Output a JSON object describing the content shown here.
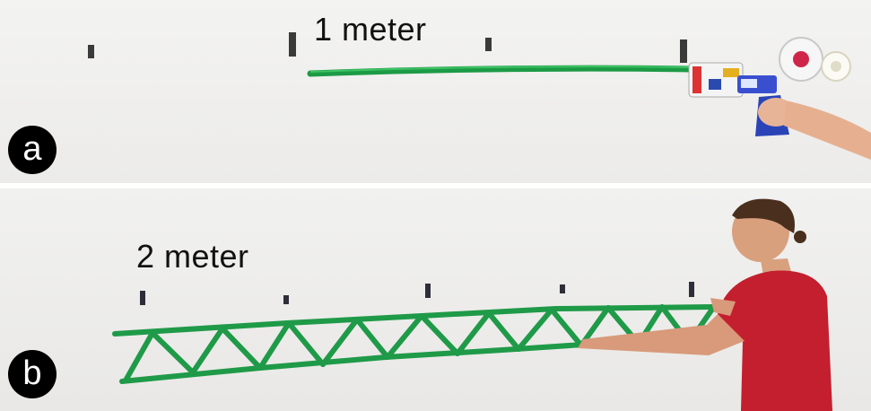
{
  "panel_a": {
    "label": "a",
    "caption": "1 meter"
  },
  "panel_b": {
    "label": "b",
    "caption": "2 meter"
  }
}
